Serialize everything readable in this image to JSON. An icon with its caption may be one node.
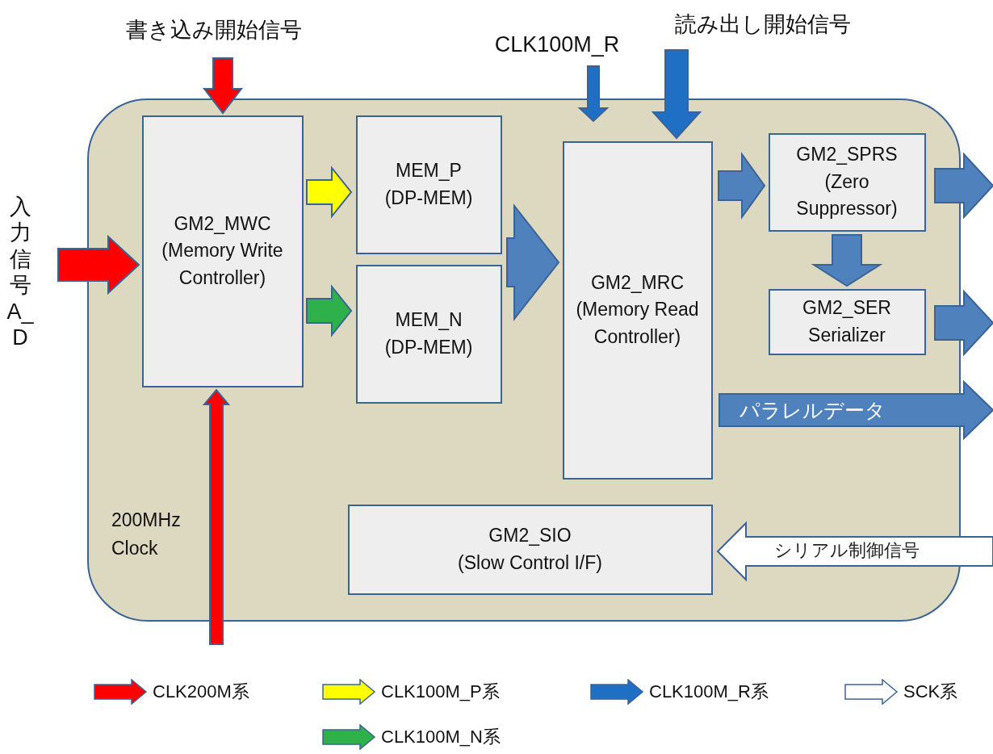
{
  "diagram": {
    "nodes": [
      {
        "text": [],
        "shape": "box"
      },
      {
        "text": [
          "GM2_MWC",
          "(Memory Write Controller)"
        ],
        "in": 0
      },
      {
        "text": [
          "MEM_P",
          "(DP-MEM)"
        ],
        "in": 0
      },
      {
        "text": [
          "MEM_N",
          "(DP-MEM)"
        ],
        "in": 0
      },
      {
        "text": [
          "GM2_MRC",
          "(Memory Read Controller)"
        ],
        "in": 0
      },
      {
        "text": [
          "GM2_SPRS",
          "(Zero Suppressor)"
        ],
        "in": 0
      },
      {
        "text": [
          "GM2_SER",
          "Serializer"
        ],
        "in": 0
      },
      {
        "text": [
          "GM2_SIO",
          "(Slow Control I/F)"
        ],
        "in": 0
      },
      {
        "text": [
          "書き込み開始信号"
        ]
      },
      {
        "text": [
          "読み出し開始信号"
        ]
      },
      {
        "text": [
          "CLK100M_R"
        ]
      },
      {
        "text": [
          "入力信号A_D"
        ]
      }
    ],
    "edges": [
      {
        "from": 8,
        "to": 1,
        "arrow": "to",
        "color": "#ff0000"
      },
      {
        "from": 11,
        "to": 1,
        "arrow": "to",
        "color": "#ff0000"
      },
      {
        "from": null,
        "to": 1,
        "arrow": "to",
        "color": "#ff0000"
      },
      {
        "from": 1,
        "to": 2,
        "arrow": "to",
        "color": "#ffff00"
      },
      {
        "from": 1,
        "to": 3,
        "arrow": "to",
        "color": "#2eb04a"
      },
      {
        "from": 2,
        "to": 4,
        "arrow": "to"
      },
      {
        "from": 3,
        "to": 4,
        "arrow": "to"
      },
      {
        "from": 10,
        "to": 4,
        "arrow": "to",
        "color": "#1f6fc4"
      },
      {
        "from": 9,
        "to": 4,
        "arrow": "to",
        "color": "#1f6fc4"
      },
      {
        "from": 4,
        "to": 5,
        "arrow": "to"
      },
      {
        "from": 5,
        "to": 6,
        "arrow": "to"
      },
      {
        "from": 5,
        "to": null,
        "arrow": "to"
      },
      {
        "from": 6,
        "to": null,
        "arrow": "to"
      },
      {
        "from": 4,
        "to": null,
        "arrow": "to",
        "label": "パラレルデータ"
      },
      {
        "from": null,
        "to": 7,
        "arrow": "to",
        "label": "シリアル制御信号",
        "color": "#ffffff"
      }
    ],
    "labels": [
      "200MHz Clock"
    ],
    "legend": [
      {
        "text": "CLK200M系",
        "color": "#ff0000"
      },
      {
        "text": "CLK100M_P系",
        "color": "#ffff00"
      },
      {
        "text": "CLK100M_R系",
        "color": "#1f6fc4"
      },
      {
        "text": "SCK系"
      },
      {
        "text": "CLK100M_N系",
        "color": "#2eb04a"
      }
    ]
  }
}
